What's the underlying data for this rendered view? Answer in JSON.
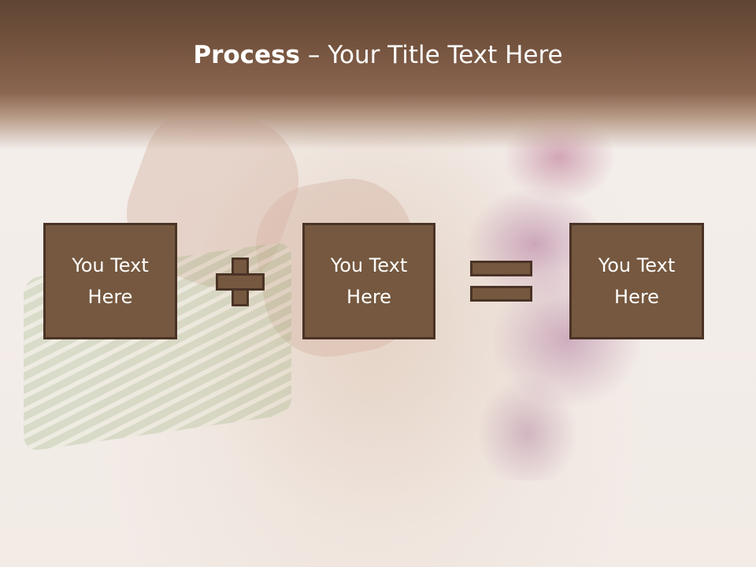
{
  "slide": {
    "title_bold": "Process",
    "title_rest": " – Your Title Text Here"
  },
  "boxes": [
    {
      "line1": "You Text",
      "line2": "Here"
    },
    {
      "line1": "You Text",
      "line2": "Here"
    },
    {
      "line1": "You Text",
      "line2": "Here"
    }
  ],
  "operators": [
    "plus-icon",
    "equals-icon"
  ],
  "colors": {
    "header": "#74533e",
    "box_fill": "#75583f",
    "box_border": "#4a3326",
    "text": "#ffffff"
  }
}
